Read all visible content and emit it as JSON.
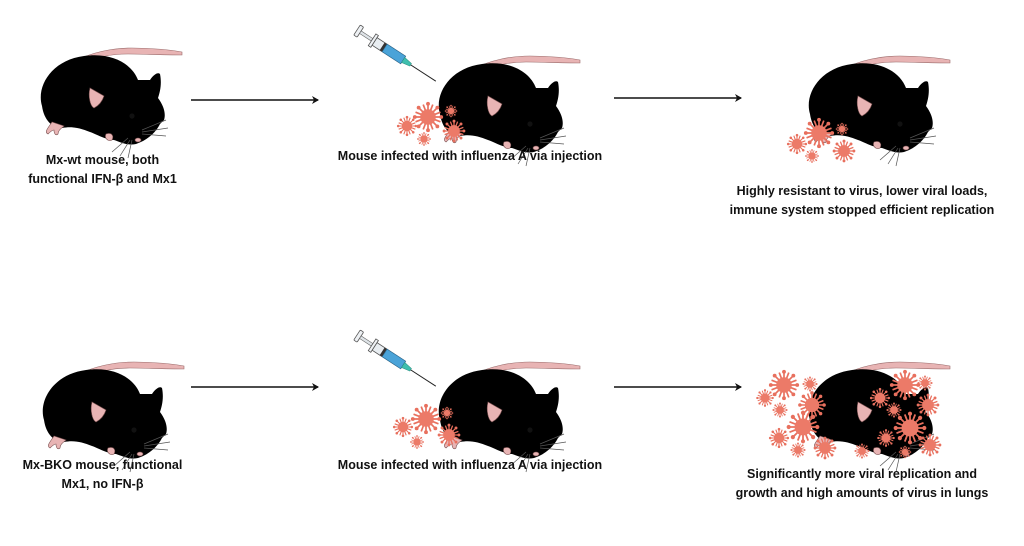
{
  "colors": {
    "background": "#ffffff",
    "mouse_wt_body": "#8e8e90",
    "mouse_bko_body": "#f7f5f6",
    "mouse_outline": "#2a2a2a",
    "mouse_tail_ear": "#e8b4b4",
    "virus": "#e8705e",
    "syringe_liquid": "#4aa3d8",
    "syringe_needle_hub": "#3fbfae",
    "arrow": "#111111",
    "text": "#111111"
  },
  "rows": [
    {
      "id": "mx-wt",
      "mouse_color": "gray",
      "stages": [
        {
          "label_lines": [
            "Mx-wt mouse, both",
            "functional IFN-β and Mx1"
          ],
          "has_syringe": false,
          "virus_amount": "none"
        },
        {
          "label_lines": [
            "Mouse infected with influenza A via injection"
          ],
          "has_syringe": true,
          "virus_amount": "few"
        },
        {
          "label_lines": [
            "Highly resistant to virus, lower viral loads,",
            "immune system stopped efficient replication"
          ],
          "has_syringe": false,
          "virus_amount": "few"
        }
      ]
    },
    {
      "id": "mx-bko",
      "mouse_color": "white",
      "stages": [
        {
          "label_lines": [
            "Mx-BKO mouse, functional",
            "Mx1, no IFN-β"
          ],
          "has_syringe": false,
          "virus_amount": "none"
        },
        {
          "label_lines": [
            "Mouse infected with influenza A via injection"
          ],
          "has_syringe": true,
          "virus_amount": "few"
        },
        {
          "label_lines": [
            "Significantly more viral replication and",
            "growth and high amounts of virus in lungs"
          ],
          "has_syringe": false,
          "virus_amount": "many"
        }
      ]
    }
  ],
  "icons": {
    "mouse": "mouse-icon",
    "syringe": "syringe-icon",
    "virus": "virus-icon",
    "arrow": "arrow-right-icon"
  }
}
